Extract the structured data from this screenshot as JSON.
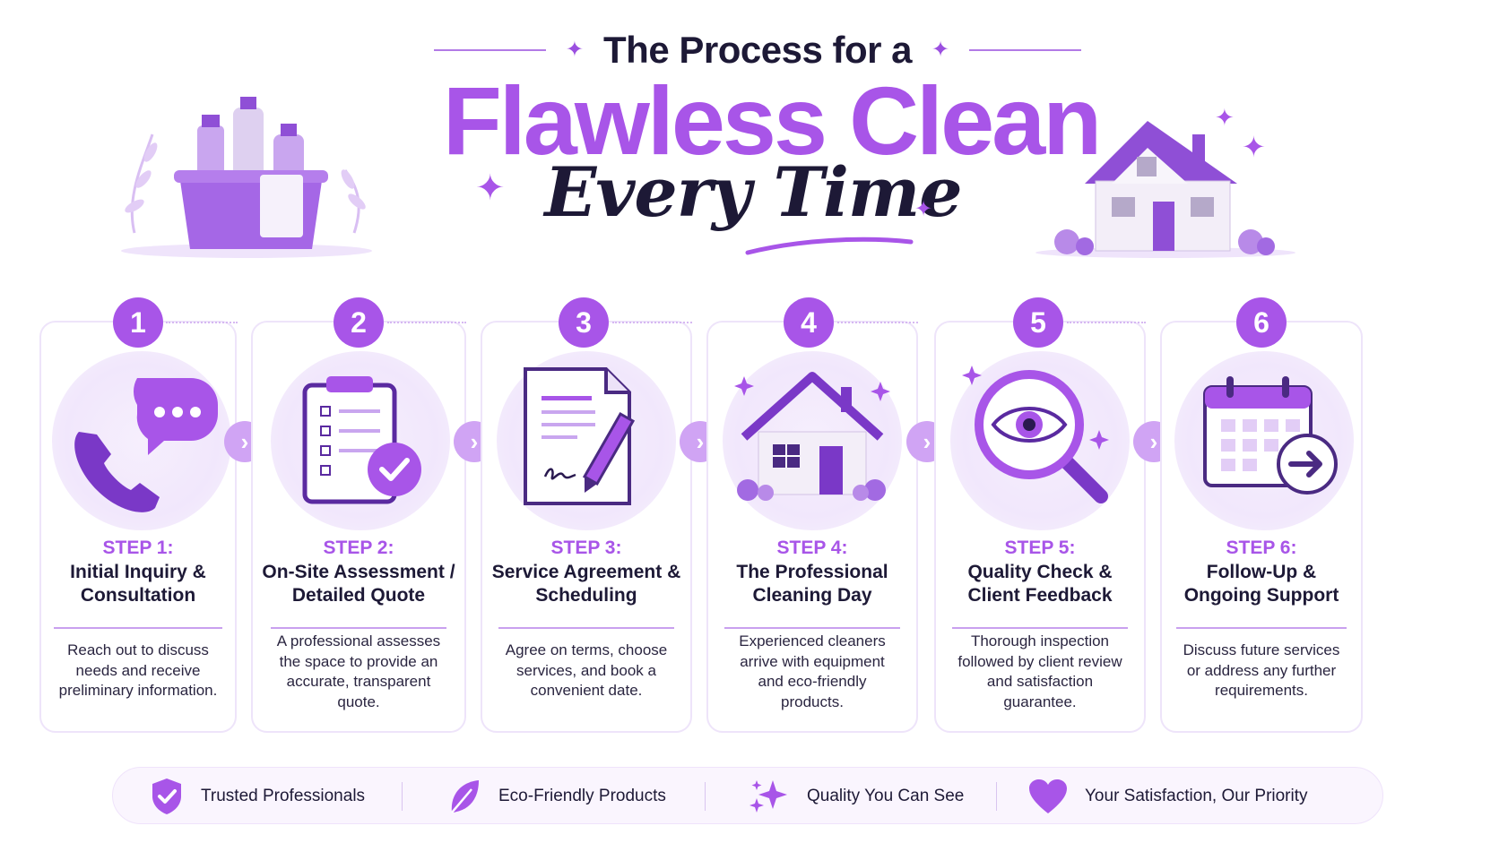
{
  "header": {
    "pre_title": "The Process for a",
    "main_title": "Flawless Clean",
    "script_title": "Every Time"
  },
  "steps": [
    {
      "number": "1",
      "label": "STEP 1:",
      "title": "Initial Inquiry & Consultation",
      "title_lines": [
        "Initial Inquiry &",
        "Consultation"
      ],
      "desc_lines": [
        "Reach out to discuss",
        "needs and receive",
        "preliminary information."
      ],
      "icon": "phone-chat-icon"
    },
    {
      "number": "2",
      "label": "STEP 2:",
      "title": "On-Site Assessment / Detailed Quote",
      "title_lines": [
        "On-Site Assessment /",
        "Detailed Quote"
      ],
      "desc_lines": [
        "A professional assesses",
        "the space to provide an",
        "accurate, transparent",
        "quote."
      ],
      "icon": "clipboard-check-icon"
    },
    {
      "number": "3",
      "label": "STEP 3:",
      "title": "Service Agreement & Scheduling",
      "title_lines": [
        "Service Agreement &",
        "Scheduling"
      ],
      "desc_lines": [
        "Agree on terms, choose",
        "services, and book a",
        "convenient date."
      ],
      "icon": "contract-pen-icon"
    },
    {
      "number": "4",
      "label": "STEP 4:",
      "title": "The Professional Cleaning Day",
      "title_lines": [
        "The Professional",
        "Cleaning Day"
      ],
      "desc_lines": [
        "Experienced cleaners",
        "arrive with equipment",
        "and eco-friendly",
        "products."
      ],
      "icon": "house-icon"
    },
    {
      "number": "5",
      "label": "STEP 5:",
      "title": "Quality Check & Client Feedback",
      "title_lines": [
        "Quality Check &",
        "Client Feedback"
      ],
      "desc_lines": [
        "Thorough inspection",
        "followed by client review",
        "and satisfaction",
        "guarantee."
      ],
      "icon": "magnifier-eye-icon"
    },
    {
      "number": "6",
      "label": "STEP 6:",
      "title": "Follow-Up & Ongoing Support",
      "title_lines": [
        "Follow-Up &",
        "Ongoing Support"
      ],
      "desc_lines": [
        "Discuss future services",
        "or address any further",
        "requirements."
      ],
      "icon": "calendar-arrow-icon"
    }
  ],
  "footer": [
    {
      "label": "Trusted Professionals",
      "icon": "shield-check-icon"
    },
    {
      "label": "Eco-Friendly Products",
      "icon": "leaf-icon"
    },
    {
      "label": "Quality You Can See",
      "icon": "sparkles-icon"
    },
    {
      "label": "Your Satisfaction, Our Priority",
      "icon": "heart-icon"
    }
  ],
  "colors": {
    "accent": "#a855e8",
    "accent_light": "#d0a4f4",
    "ink": "#1d1936",
    "card_border": "#eee4fa"
  }
}
